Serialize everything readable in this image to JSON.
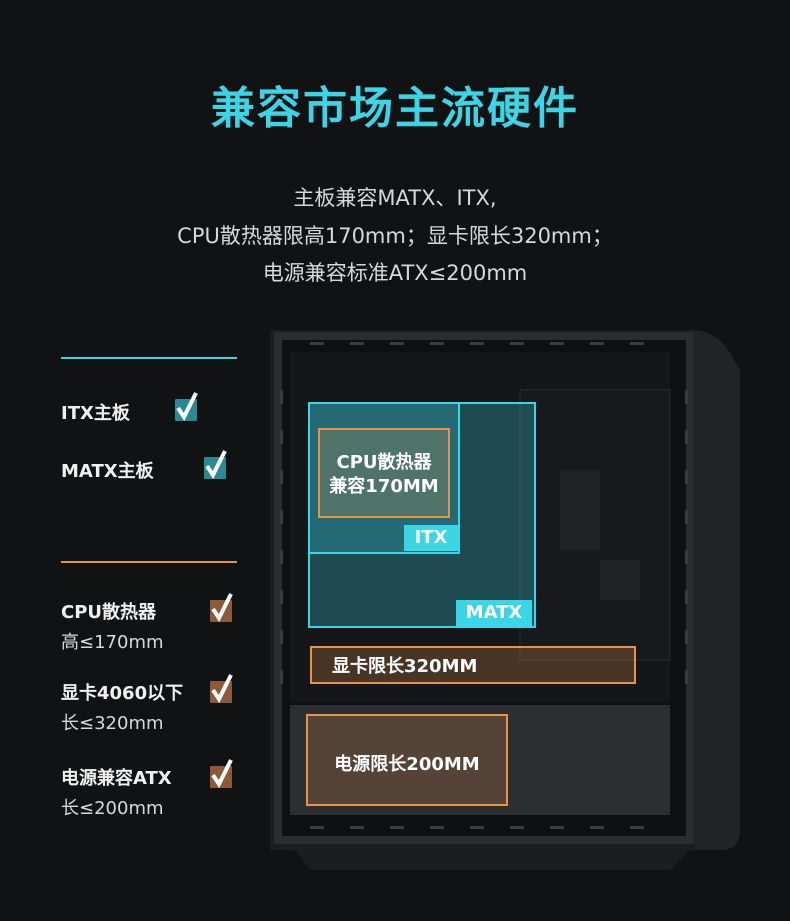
{
  "heading": "兼容市场主流硬件",
  "subtitle": {
    "line1": "主板兼容MATX、ITX,",
    "line2": "CPU散热器限高170mm；显卡限长320mm；",
    "line3": "电源兼容标准ATX≤200mm"
  },
  "colors": {
    "accent_cyan": "#3ad6e6",
    "accent_orange": "#e8934a",
    "check_cyan_bg": "#2a8a94",
    "check_brown_bg": "#8a5a3a"
  },
  "features_board": [
    {
      "label": "ITX主板",
      "icon": "check-icon"
    },
    {
      "label": "MATX主板",
      "icon": "check-icon"
    }
  ],
  "features_limits": [
    {
      "label": "CPU散热器",
      "detail": "高≤170mm",
      "icon": "check-icon"
    },
    {
      "label": "显卡4060以下",
      "detail": "长≤320mm",
      "icon": "check-icon"
    },
    {
      "label": "电源兼容ATX",
      "detail": "长≤200mm",
      "icon": "check-icon"
    }
  ],
  "case_overlay": {
    "cpu_cooler": "CPU散热器\n兼容170MM",
    "cpu_cooler_l1": "CPU散热器",
    "cpu_cooler_l2": "兼容170MM",
    "itx": "ITX",
    "matx": "MATX",
    "gpu": "显卡限长320MM",
    "psu": "电源限长200MM"
  }
}
